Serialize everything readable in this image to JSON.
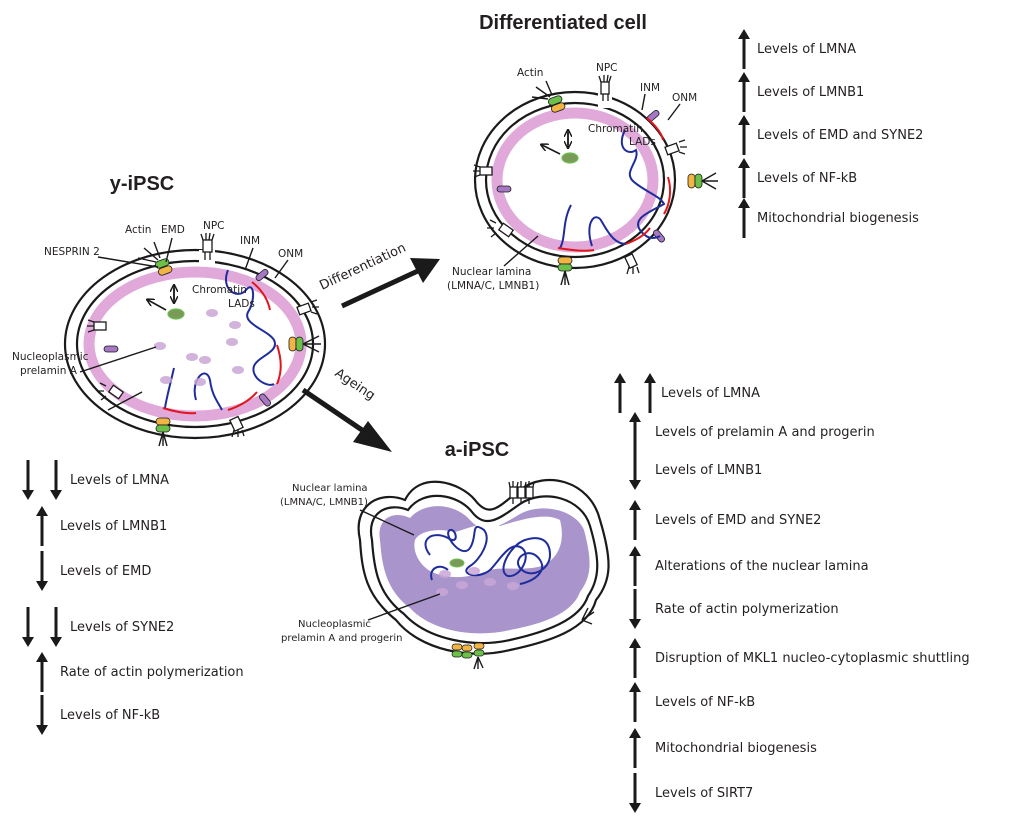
{
  "cells": {
    "young": {
      "title": "y-iPSC",
      "labels": {
        "actin": "Actin",
        "emd": "EMD",
        "npc": "NPC",
        "inm": "INM",
        "onm": "ONM",
        "nesprin": "NESPRIN 2",
        "chromatin": "Chromatin",
        "lads": "LADs",
        "prelamin_line1": "Nucleoplasmic",
        "prelamin_line2": "prelamin A"
      }
    },
    "differentiated": {
      "title": "Differentiated cell",
      "labels": {
        "actin": "Actin",
        "npc": "NPC",
        "inm": "INM",
        "onm": "ONM",
        "chromatin": "Chromatin",
        "lads": "LADs",
        "lamina_line1": "Nuclear lamina",
        "lamina_line2": "(LMNA/C, LMNB1)"
      }
    },
    "aged": {
      "title": "a-iPSC",
      "labels": {
        "lamina_line1": "Nuclear lamina",
        "lamina_line2": "(LMNA/C, LMNB1)",
        "prelamin_line1": "Nucleoplasmic",
        "prelamin_line2": "prelamin A and progerin"
      }
    }
  },
  "transitions": {
    "differentiation": "Differentiation",
    "ageing": "Ageing"
  },
  "effects": {
    "young": [
      {
        "text": "Levels of LMNA",
        "direction": "down",
        "count": 2
      },
      {
        "text": "Levels of LMNB1",
        "direction": "up",
        "count": 1
      },
      {
        "text": "Levels of EMD",
        "direction": "down",
        "count": 1
      },
      {
        "text": "Levels of SYNE2",
        "direction": "down",
        "count": 2
      },
      {
        "text": "Rate of actin polymerization",
        "direction": "up",
        "count": 1
      },
      {
        "text": "Levels of NF-kB",
        "direction": "down",
        "count": 1
      }
    ],
    "differentiated": [
      {
        "text": "Levels of LMNA",
        "direction": "up",
        "count": 1
      },
      {
        "text": "Levels of LMNB1",
        "direction": "up",
        "count": 1
      },
      {
        "text": "Levels of EMD and SYNE2",
        "direction": "up",
        "count": 1
      },
      {
        "text": "Levels of  NF-kB",
        "direction": "up",
        "count": 1
      },
      {
        "text": "Mitochondrial biogenesis",
        "direction": "up",
        "count": 1
      }
    ],
    "aged": [
      {
        "text": "Levels of LMNA",
        "direction": "up",
        "count": 2
      },
      {
        "text": "Levels of prelamin A and progerin",
        "direction": "up",
        "count": 1
      },
      {
        "text": "Levels of LMNB1",
        "direction": "down",
        "count": 1
      },
      {
        "text": "Levels of EMD and SYNE2",
        "direction": "up",
        "count": 1
      },
      {
        "text": "Alterations of the nuclear lamina",
        "direction": "up",
        "count": 1
      },
      {
        "text": "Rate of actin polymerization",
        "direction": "down",
        "count": 1
      },
      {
        "text": "Disruption of MKL1 nucleo-cytoplasmic shuttling",
        "direction": "up",
        "count": 1
      },
      {
        "text": "Levels of  NF-kB",
        "direction": "up",
        "count": 1
      },
      {
        "text": "Mitochondrial biogenesis",
        "direction": "up",
        "count": 1
      },
      {
        "text": "Levels of SIRT7",
        "direction": "down",
        "count": 1
      }
    ]
  },
  "colors": {
    "lamina_pink": "#e0a9d9",
    "aged_lamina_purple": "#a995cc",
    "chromatin_blue": "#1f2d9c",
    "lad_red": "#e0161e",
    "emd_yellow": "#f2b544",
    "nesprin_green": "#6cc04a",
    "inm_protein_purple": "#a678c4",
    "prelamin_blob": "#c9a6d6",
    "nucleolus_green": "#7a9a5a"
  }
}
